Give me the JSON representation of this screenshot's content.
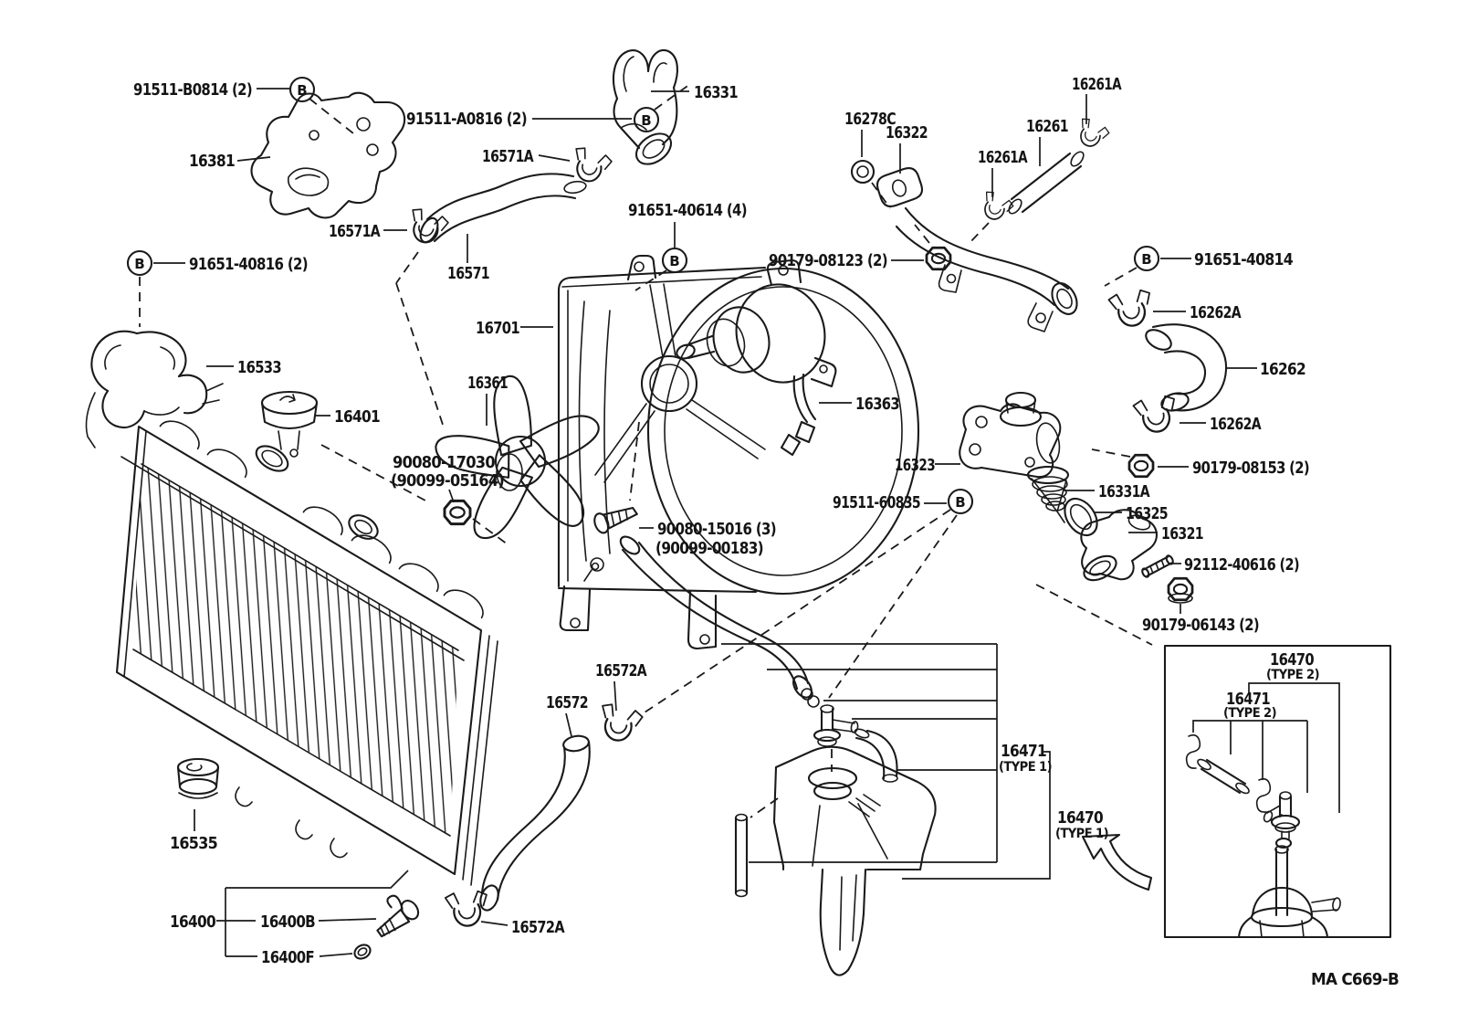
{
  "document": {
    "type": "cooling-system-parts-diagram",
    "figure_code": "MA C669-B"
  },
  "colors": {
    "line": "#1a1a1a",
    "background": "#ffffff"
  },
  "symbols": {
    "bolt_marker": "B"
  },
  "labels": {
    "bolt_91511_b0814": "91511-B0814 (2)",
    "bracket_16381": "16381",
    "bolt_91511_a0816": "91511-A0816 (2)",
    "water_inlet_16331": "16331",
    "clamp_16571a_upper": "16571A",
    "clamp_16571a_lower": "16571A",
    "hose_16571": "16571",
    "bolt_91651_40614": "91651-40614 (4)",
    "oring_16278c": "16278C",
    "water_pipe_16322": "16322",
    "hose_16261": "16261",
    "clamp_16261a_top": "16261A",
    "clamp_16261a_mid": "16261A",
    "nut_90179_08123": "90179-08123 (2)",
    "bolt_91651_40814": "91651-40814",
    "clamp_16262a_upper": "16262A",
    "hose_16262": "16262",
    "clamp_16262a_lower": "16262A",
    "nut_90179_08153": "90179-08153 (2)",
    "bolt_91651_40816": "91651-40816 (2)",
    "clamp_16533": "16533",
    "radiator_cap_16401": "16401",
    "fan_shroud_16701": "16701",
    "fan_16361": "16361",
    "nut_90080_17030": "90080-17030",
    "nut_90099_05164": "(90099-05164)",
    "screw_90080_15016": "90080-15016 (3)",
    "screw_90099_00183": "(90099-00183)",
    "fan_motor_16363": "16363",
    "bolt_91511_60835": "91511-60835",
    "water_outlet_16323": "16323",
    "thermostat_16331a": "16331A",
    "gasket_16325": "16325",
    "water_inlet_16321": "16321",
    "stud_92112_40616": "92112-40616 (2)",
    "nut_90179_06143": "90179-06143 (2)",
    "drain_plug_16535": "16535",
    "radiator_16400": "16400",
    "drain_cock_16400b": "16400B",
    "oring_16400f": "16400F",
    "clamp_16572a_upper": "16572A",
    "hose_16572": "16572",
    "clamp_16572a_lower": "16572A",
    "reserve_hose_16471_t1": "16471",
    "reserve_hose_16471_t1_type": "(TYPE 1)",
    "reserve_tank_16470_t1": "16470",
    "reserve_tank_16470_t1_type": "(TYPE 1)",
    "reserve_tank_16470_t2": "16470",
    "reserve_tank_16470_t2_type": "(TYPE 2)",
    "reserve_hose_16471_t2": "16471",
    "reserve_hose_16471_t2_type": "(TYPE 2)"
  }
}
